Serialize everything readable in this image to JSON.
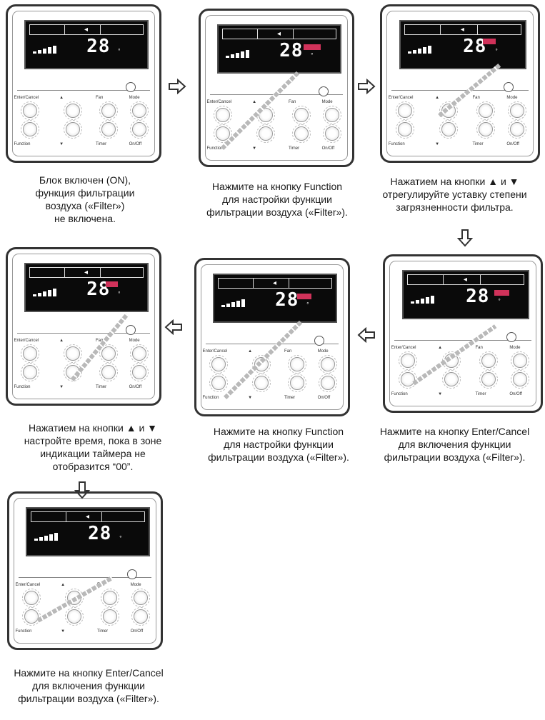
{
  "remote": {
    "temperature": "28",
    "btn_enter_cancel": "Enter/Cancel",
    "btn_up": "▲",
    "btn_fan": "Fan",
    "btn_mode": "Mode",
    "btn_function": "Function",
    "btn_down": "▼",
    "btn_timer": "Timer",
    "btn_onoff": "On/Off"
  },
  "steps": [
    {
      "caption": "Блок включен (ON),\nфункция фильтрации\nвоздуха («Filter»)\nне включена."
    },
    {
      "caption": "Нажмите на кнопку Function\nдля настройки функции\nфильтрации воздуха («Filter»)."
    },
    {
      "caption": "Нажатием на кнопки ▲ и ▼\nотрегулируйте уставку степени\nзагрязненности фильтра."
    },
    {
      "caption": "Нажатием на кнопки ▲ и ▼\nнастройте время, пока в зоне\nиндикации таймера не\nотобразится “00”."
    },
    {
      "caption": "Нажмите на кнопку Function\nдля настройки функции\nфильтрации воздуха («Filter»)."
    },
    {
      "caption": "Нажмите на кнопку Enter/Cancel\nдля включения функции\nфильтрации воздуха («Filter»)."
    },
    {
      "caption": "Нажмите на кнопку Enter/Cancel\nдля включения функции\nфильтрации воздуха («Filter»)."
    }
  ],
  "colors": {
    "highlight": "#d0325a",
    "lcd": "#0a0a0a",
    "arrow": "#333333"
  }
}
